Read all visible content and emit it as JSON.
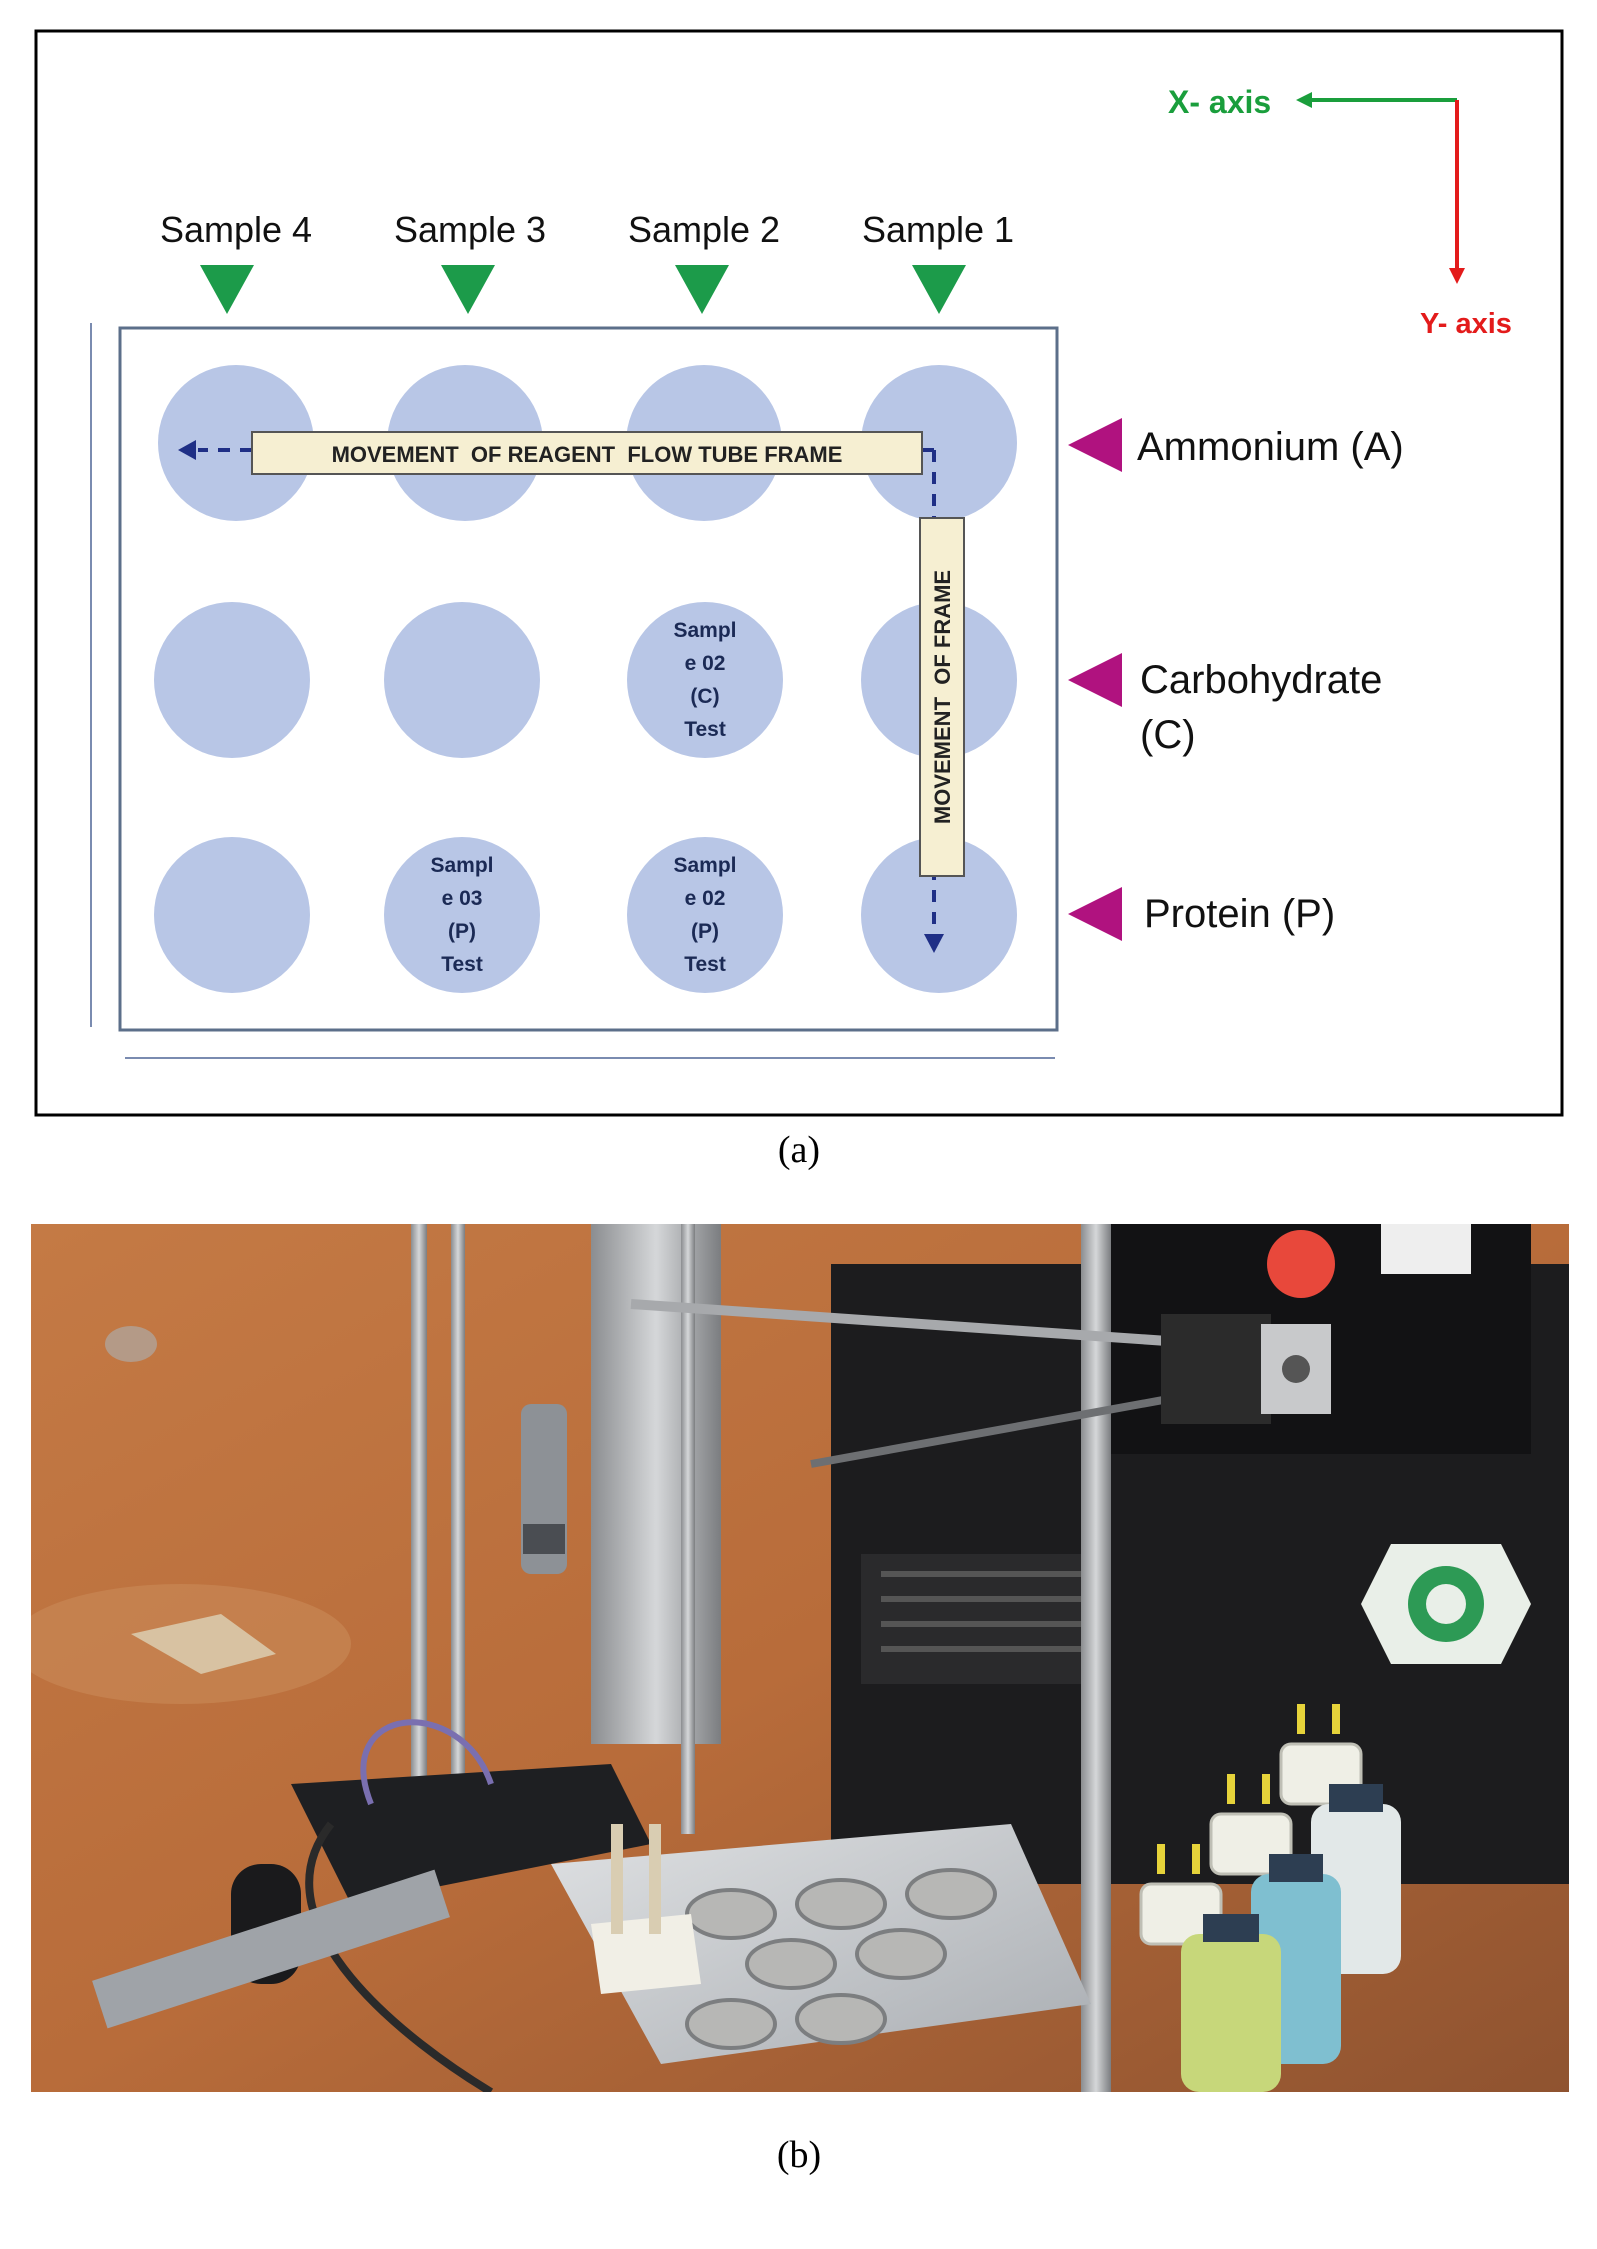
{
  "panel_a": {
    "axes": {
      "x_label": "X- axis",
      "y_label": "Y- axis",
      "x_color": "#1a9e3c",
      "y_color": "#e31b1b"
    },
    "samples": [
      "Sample 4",
      "Sample 3",
      "Sample 2",
      "Sample 1"
    ],
    "rows": [
      {
        "label_lines": [
          "Ammonium (A)"
        ]
      },
      {
        "label_lines": [
          "Carbohydrate",
          "(C)"
        ]
      },
      {
        "label_lines": [
          "Protein (P)"
        ]
      }
    ],
    "wells": {
      "carbohydrate_sample2": [
        "Sampl",
        "e 02",
        "(C)",
        "Test"
      ],
      "protein_sample3": [
        "Sampl",
        "e 03",
        "(P)",
        "Test"
      ],
      "protein_sample2": [
        "Sampl",
        "e 02",
        "(P)",
        "Test"
      ]
    },
    "banners": {
      "horizontal": "MOVEMENT  OF REAGENT  FLOW TUBE FRAME",
      "vertical": "MOVEMENT  OF FRAME"
    },
    "colors": {
      "well_fill": "#b8c6e6",
      "tray_border": "#5c6f8a",
      "sample_marker": "#1c9b4a",
      "row_marker": "#b0127f",
      "banner_fill": "#f6efd2",
      "path_arrow": "#1f2f86"
    },
    "caption": "(a)"
  },
  "panel_b": {
    "caption": "(b)"
  }
}
